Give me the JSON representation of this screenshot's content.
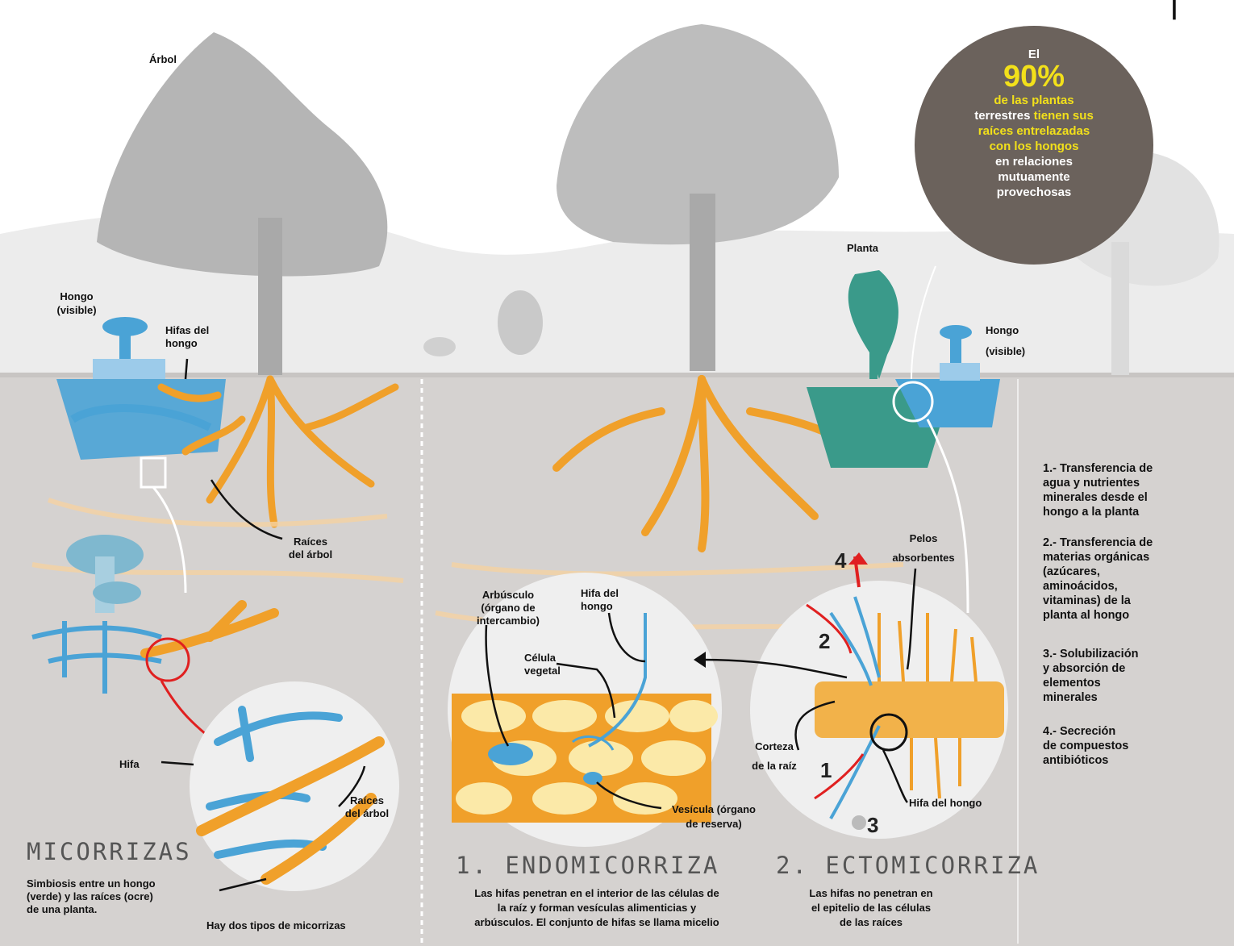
{
  "header": {
    "text": "",
    "bracket": "|"
  },
  "stat": {
    "pre": "El",
    "percent": "90%",
    "line1": "de las plantas",
    "line2a": "terrestres",
    "line2b": "tienen sus",
    "line3": "raíces entrelazadas",
    "line4": "con los hongos",
    "line5": "en relaciones",
    "line6": "mutuamente",
    "line7": "provechosas"
  },
  "labels": {
    "arbol": "Árbol",
    "hongo_left_1": "Hongo",
    "hongo_left_2": "(visible)",
    "hifa_hongo_1": "Hifas del",
    "hifa_hongo_2": "hongo",
    "planta": "Planta",
    "hongo_right_1": "Hongo",
    "hongo_right_2": "(visible)",
    "raices_arbol_1": "Raíces",
    "raices_arbol_2": "del árbol",
    "hifa": "Hifa",
    "raices_arbol_b1": "Raíces",
    "raices_arbol_b2": "del árbol",
    "arbusculo_1": "Arbúsculo",
    "arbusculo_2": "(órgano de",
    "arbusculo_3": "intercambio)",
    "hifa_del_hongo_1": "Hifa del",
    "hifa_del_hongo_2": "hongo",
    "celula_1": "Célula",
    "celula_2": "vegetal",
    "vesicula_1": "Vesícula (órgano",
    "vesicula_2": "de reserva)",
    "pelos_1": "Pelos",
    "pelos_2": "absorbentes",
    "corteza_1": "Corteza",
    "corteza_2": "de la raíz",
    "hifa_hongo_right": "Hifa del hongo"
  },
  "sections": {
    "micorrizas": {
      "title": "MICORRIZAS",
      "desc1": "Simbiosis entre un hongo",
      "desc2": "(verde) y las raíces (ocre)",
      "desc3": "de una planta.",
      "types": "Hay dos tipos de micorrizas"
    },
    "endo": {
      "title": "1. ENDOMICORRIZA",
      "desc1": "Las hifas penetran en el interior de las células de",
      "desc2": "la raíz y forman vesículas alimenticias y",
      "desc3": "arbúsculos. El conjunto de hifas se llama micelio"
    },
    "ecto": {
      "title": "2. ECTOMICORRIZA",
      "desc1": "Las hifas no penetran en",
      "desc2": "el epitelio de las células",
      "desc3": "de las raíces"
    }
  },
  "steps": {
    "s1": "1.- Transferencia de",
    "s1b": "agua y nutrientes",
    "s1c": "minerales desde el",
    "s1d": "hongo a la planta",
    "s2": "2.- Transferencia de",
    "s2b": "materias orgánicas",
    "s2c": "(azúcares,",
    "s2d": "aminoácidos,",
    "s2e": "vitaminas) de la",
    "s2f": "planta al hongo",
    "s3": "3.- Solubilización",
    "s3b": "y absorción de",
    "s3c": "elementos",
    "s3d": "minerales",
    "s4": "4.- Secreción",
    "s4b": "de compuestos",
    "s4c": "antibióticos"
  },
  "numbers": {
    "n1": "1",
    "n2": "2",
    "n3": "3",
    "n4": "4"
  },
  "colors": {
    "fungus": "#4aa3d6",
    "root": "#f0a02a",
    "soil": "#cfcfcf",
    "stat_circle": "#6b625c",
    "highlight_text": "#f2e01a",
    "arrow_red": "#e02020",
    "plant": "#3a9a8a"
  }
}
